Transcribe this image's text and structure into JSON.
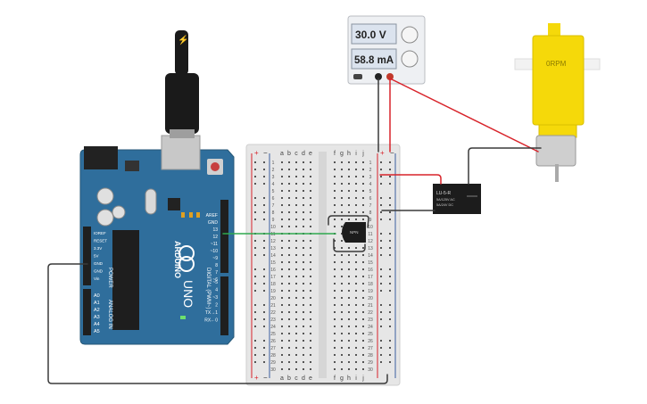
{
  "power_supply": {
    "voltage_display": "30.0 V",
    "current_display": "58.8 mA"
  },
  "motor": {
    "rpm_label": "0RPM"
  },
  "breadboard": {
    "column_letters_left": [
      "a",
      "b",
      "c",
      "d",
      "e"
    ],
    "column_letters_right": [
      "f",
      "g",
      "h",
      "i",
      "j"
    ],
    "rows": 30,
    "rail_plus": "+",
    "rail_minus": "−"
  },
  "relay": {
    "label_line1": "LU-5-R",
    "label_line2": "5A/125V AC",
    "label_line3": "5A/24V DC"
  },
  "transistor": {
    "label": "NPN"
  },
  "arduino": {
    "brand": "ARDUINO",
    "model": "UNO",
    "left_pins": [
      "IOREF",
      "RESET",
      "3.3V",
      "5V",
      "GND",
      "GND",
      "Vin"
    ],
    "analog_pins": [
      "A0",
      "A1",
      "A2",
      "A3",
      "A4",
      "A5"
    ],
    "power_label": "POWER",
    "analog_label": "ANALOG IN",
    "digital_pins": [
      "AREF",
      "GND",
      "13",
      "12",
      "~11",
      "~10",
      "~9",
      "8",
      "7",
      "~6",
      "~5",
      "4",
      "~3",
      "2",
      "TX→1",
      "RX←0"
    ],
    "digital_label": "DIGITAL (PWM~)",
    "led_labels": [
      "L",
      "TX",
      "RX",
      "ON"
    ]
  },
  "colors": {
    "arduino_blue": "#2f6e9c",
    "breadboard_body": "#e9e9e9",
    "wire_red": "#d8232a",
    "wire_black": "#3a3a3a",
    "wire_green": "#2fa84f",
    "motor_yellow": "#f5d90a",
    "psu_display": "#dbe3ee"
  }
}
